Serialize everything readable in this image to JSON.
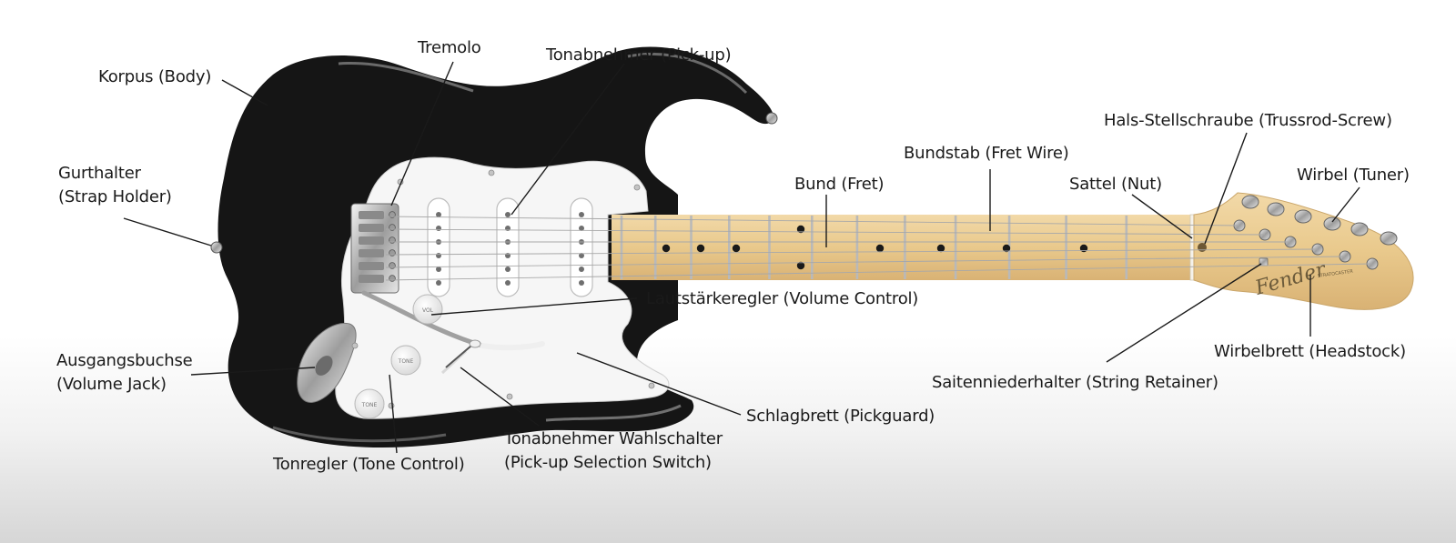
{
  "labels": {
    "korpus": "Korpus (Body)",
    "tremolo": "Tremolo",
    "pickup": "Tonabnehmer (Pick-up)",
    "strap_1": "Gurthalter",
    "strap_2": "(Strap Holder)",
    "jack_1": "Ausgangsbuchse",
    "jack_2": "(Volume Jack)",
    "tone": "Tonregler (Tone Control)",
    "selector_1": "Tonabnehmer Wahlschalter",
    "selector_2": "(Pick-up Selection Switch)",
    "pickguard": "Schlagbrett (Pickguard)",
    "volume": "Lautstärkeregler (Volume Control)",
    "fret": "Bund (Fret)",
    "fretwire": "Bundstab (Fret Wire)",
    "nut": "Sattel (Nut)",
    "trussrod": "Hals-Stellschraube (Trussrod-Screw)",
    "tuner": "Wirbel (Tuner)",
    "headstock": "Wirbelbrett (Headstock)",
    "retainer": "Saitenniederhalter (String Retainer)"
  },
  "knobs": {
    "tone": "TONE",
    "volume": "VOL"
  },
  "headstock_logo": "Fender",
  "headstock_model": "STRATOCASTER",
  "colors": {
    "body": "#151515",
    "pickguard": "#f6f6f6",
    "maple": "#e8c98f",
    "fret_wire": "#b9b9b9",
    "chrome": "#cfcfcf"
  }
}
